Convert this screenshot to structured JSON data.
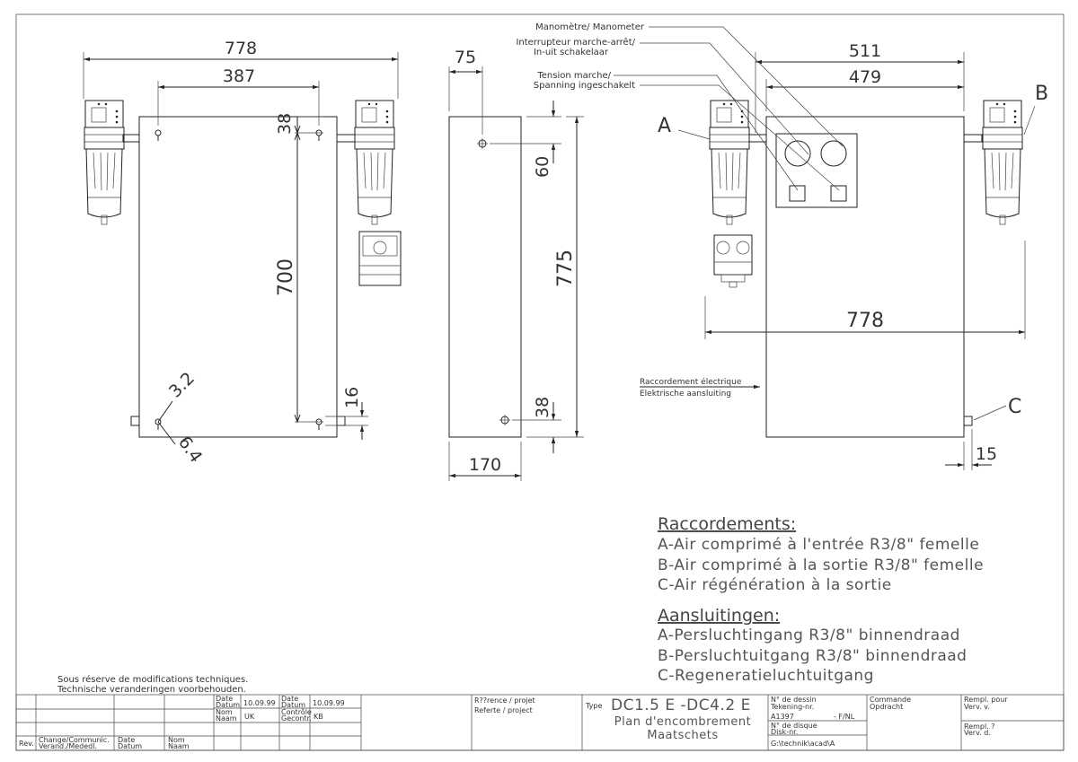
{
  "views": {
    "front": {
      "dims": [
        "778",
        "387",
        "38",
        "700",
        "3.2",
        "6.4",
        "16"
      ]
    },
    "side": {
      "dims": [
        "75",
        "60",
        "775",
        "38",
        "170"
      ]
    },
    "right": {
      "dims": [
        "511",
        "479",
        "778",
        "15"
      ],
      "labels": {
        "a": "A",
        "b": "B",
        "c": "C"
      },
      "callouts": {
        "manometer": "Manomètre/ Manometer",
        "switch_1": "Interrupteur marche-arrêt/",
        "switch_2": "In-uit schakelaar",
        "tension_1": "Tension marche/",
        "tension_2": "Spanning ingeschakelt",
        "elec_1": "Raccordement électrique",
        "elec_2": "Elektrische aansluiting"
      }
    }
  },
  "connections": {
    "fr_title": "Raccordements:",
    "fr": [
      "A-Air comprimé à l'entrée R3/8\" femelle",
      "B-Air comprimé à la sortie R3/8\" femelle",
      "C-Air régénération à la sortie"
    ],
    "nl_title": "Aansluitingen:",
    "nl": [
      "A-Persluchtingang R3/8\" binnendraad",
      "B-Persluchtuitgang R3/8\" binnendraad",
      "C-Regeneratieluchtuitgang"
    ]
  },
  "notes": {
    "line1": "Sous réserve de modifications techniques.",
    "line2": "Technische veranderingen voorbehouden."
  },
  "title_block": {
    "rev": "Rev.",
    "change_1": "Change/Communic.",
    "change_2": "Verand./Mededl.",
    "date_1": "Date",
    "date_2": "Datum",
    "name_1": "Nom",
    "name_2": "Naam",
    "drawn_date_1": "Date",
    "drawn_date_2": "Datum",
    "drawn_date": "10.09.99",
    "drawn_name_1": "Nom",
    "drawn_name_2": "Naam",
    "drawn_name": "UK",
    "check_date_1": "Date",
    "check_date_2": "Datum",
    "check_date": "10.09.99",
    "check_name_1": "Contrôle",
    "check_name_2": "Gecontr.",
    "check_name": "KB",
    "ref_1": "R??rence / projet",
    "ref_2": "Referte / project",
    "type_label": "Type",
    "type_value": "DC1.5 E -DC4.2 E",
    "title_fr": "Plan d'encombrement",
    "title_nl": "Maatschets",
    "drawing_no_1": "N° de dessin",
    "drawing_no_2": "Tekening-nr.",
    "drawing_no": "A1397",
    "drawing_suffix": "- F/NL",
    "disk_no_1": "N° de disque",
    "disk_no_2": "Disk-nr.",
    "disk_path": "G:\\technik\\acad\\A",
    "order_1": "Commande",
    "order_2": "Opdracht",
    "repl_for_1": "Rempl. pour",
    "repl_for_2": "Verv. v.",
    "repl_by_1": "Rempl. ?",
    "repl_by_2": "Verv. d."
  }
}
